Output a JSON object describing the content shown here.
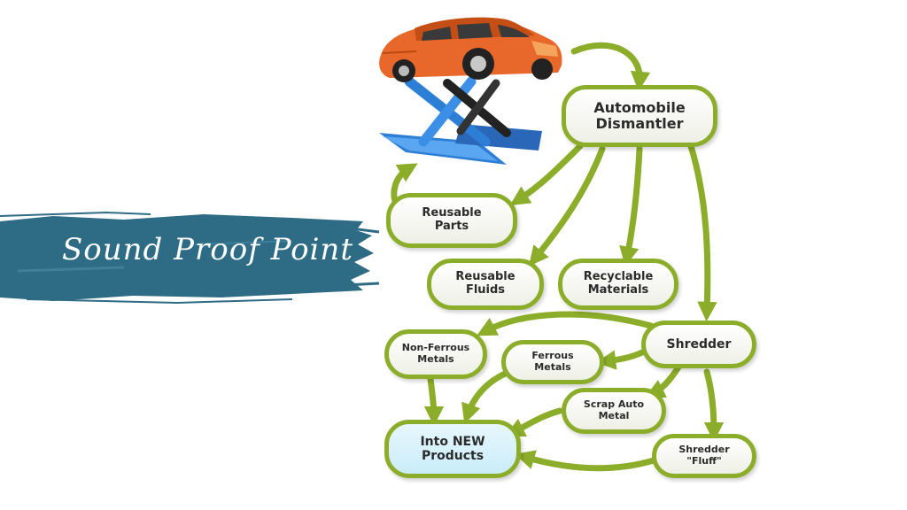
{
  "watermark": {
    "text": "Sound Proof Point"
  },
  "diagram": {
    "colors": {
      "arrow": "#8cad2a",
      "node_border": "#8cad2a",
      "brush": "#2e6b85",
      "final_fill": "#c9ecfa"
    },
    "nodes": {
      "dismantler": {
        "line1": "Automobile",
        "line2": "Dismantler"
      },
      "reusable_parts": {
        "line1": "Reusable",
        "line2": "Parts"
      },
      "reusable_fluids": {
        "line1": "Reusable",
        "line2": "Fluids"
      },
      "recyclable_materials": {
        "line1": "Recyclable",
        "line2": "Materials"
      },
      "shredder": {
        "line1": "Shredder"
      },
      "non_ferrous": {
        "line1": "Non-Ferrous",
        "line2": "Metals"
      },
      "ferrous": {
        "line1": "Ferrous",
        "line2": "Metals"
      },
      "scrap_auto": {
        "line1": "Scrap Auto",
        "line2": "Metal"
      },
      "into_new": {
        "line1": "Into NEW",
        "line2": "Products"
      },
      "shredder_fluff": {
        "line1": "Shredder",
        "line2": "\"Fluff\""
      }
    },
    "illustration": {
      "icon": "car-on-lift-icon"
    }
  }
}
